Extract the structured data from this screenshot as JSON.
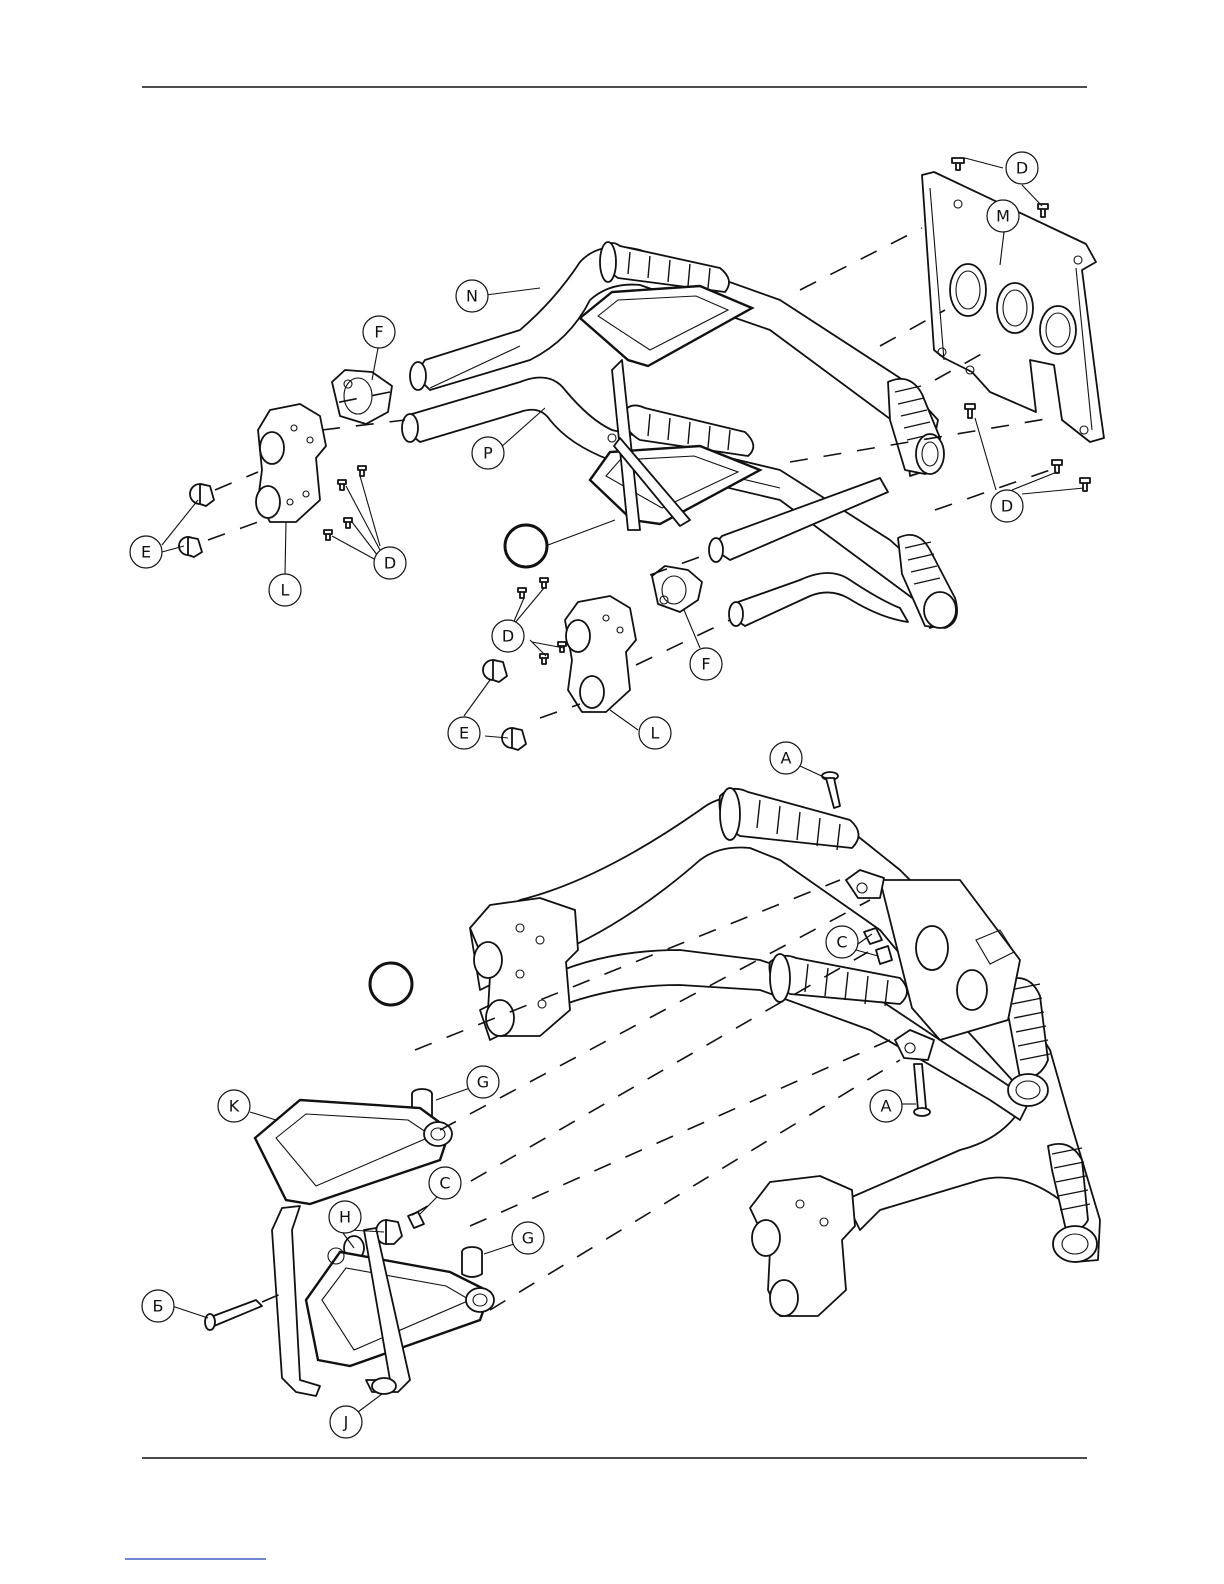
{
  "document": {
    "callouts": {
      "upper": {
        "N": "N",
        "P": "P",
        "F1": "F",
        "F2": "F",
        "M": "M",
        "D1": "D",
        "D2": "D",
        "D3": "D",
        "D4": "D",
        "E1": "E",
        "E2": "E",
        "L1": "L",
        "L2": "L"
      },
      "lower": {
        "A1": "A",
        "A2": "A",
        "C1": "C",
        "C2": "C",
        "G1": "G",
        "G2": "G",
        "H": "H",
        "K": "K",
        "J": "J",
        "B": "Б"
      }
    }
  }
}
